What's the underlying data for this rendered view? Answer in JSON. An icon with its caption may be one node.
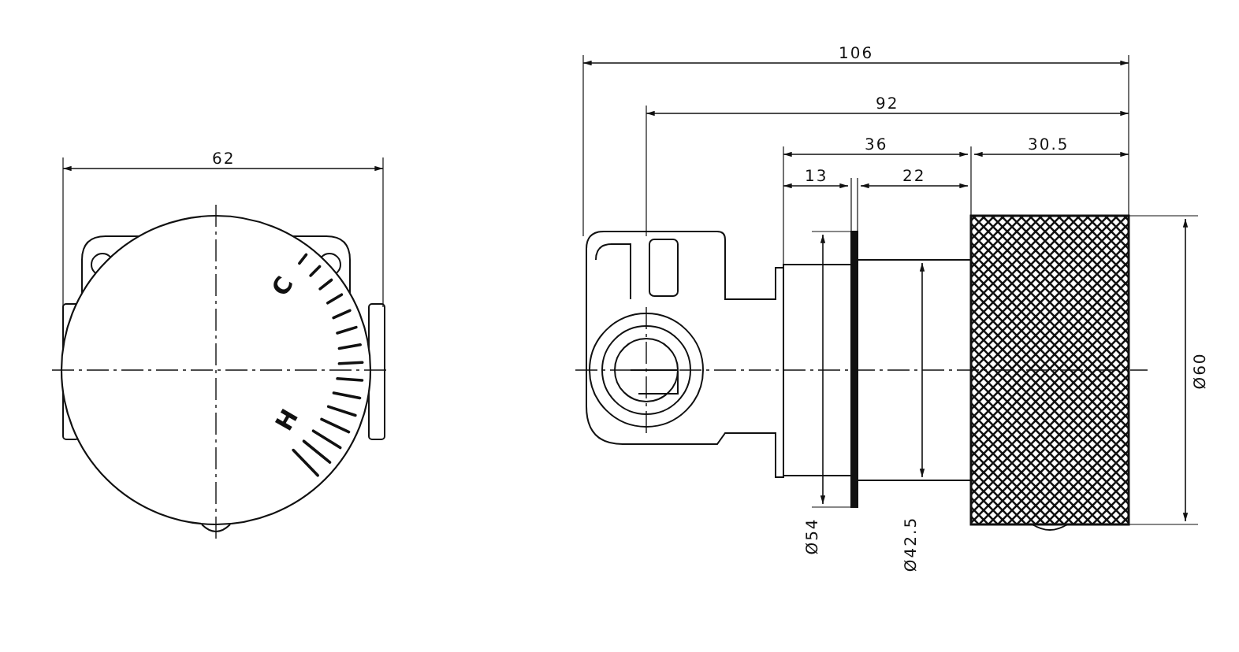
{
  "diagram": {
    "labels": [
      "62",
      "C",
      "H",
      "106",
      "92",
      "36",
      "30.5",
      "13",
      "22",
      "Ø54",
      "Ø42.5",
      "Ø60"
    ]
  }
}
